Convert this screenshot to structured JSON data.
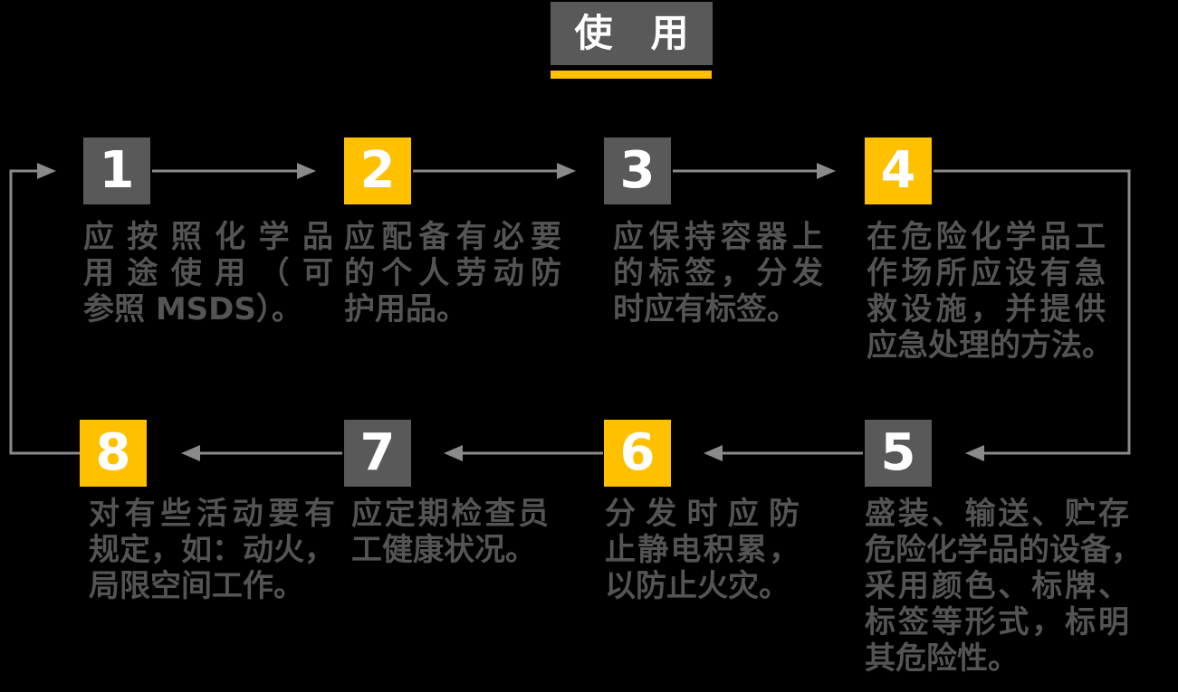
{
  "header": {
    "title": "使　用"
  },
  "colors": {
    "background": "#000000",
    "accent": "#FFC000",
    "box_dark": "#595959",
    "text_gray": "#545454",
    "arrow_gray": "#8A8A8A",
    "number_white": "#FFFFFF"
  },
  "steps": [
    {
      "number": "1",
      "text": "应按照化学品用途使用（可参照 MSDS）。",
      "lines": [
        "应按照化学品",
        "用途使用（可",
        "参照 MSDS）。"
      ]
    },
    {
      "number": "2",
      "text": "应配备有必要的个人劳动防护用品。",
      "lines": [
        "应配备有必要",
        "的个人劳动防",
        "护用品。"
      ]
    },
    {
      "number": "3",
      "text": "应保持容器上的标签，分发时应有标签。",
      "lines": [
        "应保持容器上",
        "的标签，分发",
        "时应有标签。"
      ]
    },
    {
      "number": "4",
      "text": "在危险化学品工作场所应设有急救设施，并提供应急处理的方法。",
      "lines": [
        "在危险化学品工",
        "作场所应设有急",
        "救设施，并提供",
        "应急处理的方法。"
      ]
    },
    {
      "number": "5",
      "text": "盛装、输送、贮存危险化学品的设备，采用颜色、标牌、标签等形式，标明其危险性。",
      "lines": [
        "盛装、输送、贮存",
        "危险化学品的设备，",
        "采用颜色、标牌、",
        "标签等形式，标明",
        "其危险性。"
      ]
    },
    {
      "number": "6",
      "text": "分发时应防止静电积累，以防止火灾。",
      "lines": [
        "分发时应防",
        "止静电积累，",
        "以防止火灾。"
      ]
    },
    {
      "number": "7",
      "text": "应定期检查员工健康状况。",
      "lines": [
        "应定期检查员",
        "工健康状况。"
      ]
    },
    {
      "number": "8",
      "text": "对有些活动要有规定，如：动火，局限空间工作。",
      "lines": [
        "对有些活动要有",
        "规定，如：动火，",
        "局限空间工作。"
      ]
    }
  ]
}
